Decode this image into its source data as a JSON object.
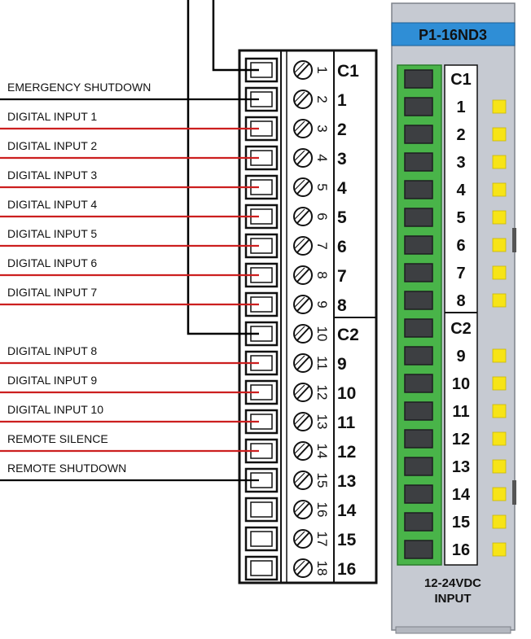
{
  "wiring": {
    "inputs": [
      {
        "label": "EMERGENCY SHUTDOWN",
        "pin": 2,
        "color": "#000000"
      },
      {
        "label": "DIGITAL INPUT 1",
        "pin": 3,
        "color": "#cc1f1f"
      },
      {
        "label": "DIGITAL INPUT 2",
        "pin": 4,
        "color": "#cc1f1f"
      },
      {
        "label": "DIGITAL INPUT 3",
        "pin": 5,
        "color": "#cc1f1f"
      },
      {
        "label": "DIGITAL INPUT 4",
        "pin": 6,
        "color": "#cc1f1f"
      },
      {
        "label": "DIGITAL INPUT 5",
        "pin": 7,
        "color": "#cc1f1f"
      },
      {
        "label": "DIGITAL INPUT 6",
        "pin": 8,
        "color": "#cc1f1f"
      },
      {
        "label": "DIGITAL INPUT 7",
        "pin": 9,
        "color": "#cc1f1f"
      },
      {
        "label": "DIGITAL INPUT 8",
        "pin": 11,
        "color": "#cc1f1f"
      },
      {
        "label": "DIGITAL INPUT 9",
        "pin": 12,
        "color": "#cc1f1f"
      },
      {
        "label": "DIGITAL INPUT 10",
        "pin": 13,
        "color": "#cc1f1f"
      },
      {
        "label": "REMOTE SILENCE",
        "pin": 14,
        "color": "#cc1f1f"
      },
      {
        "label": "REMOTE SHUTDOWN",
        "pin": 15,
        "color": "#000000"
      }
    ]
  },
  "terminal_block": {
    "pins": [
      "1",
      "2",
      "3",
      "4",
      "5",
      "6",
      "7",
      "8",
      "9",
      "10",
      "11",
      "12",
      "13",
      "14",
      "15",
      "16",
      "17",
      "18"
    ],
    "labels": [
      "C1",
      "1",
      "2",
      "3",
      "4",
      "5",
      "6",
      "7",
      "8",
      "C2",
      "9",
      "10",
      "11",
      "12",
      "13",
      "14",
      "15",
      "16"
    ]
  },
  "module": {
    "title": "P1-16ND3",
    "labels": [
      "C1",
      "1",
      "2",
      "3",
      "4",
      "5",
      "6",
      "7",
      "8",
      "C2",
      "9",
      "10",
      "11",
      "12",
      "13",
      "14",
      "15",
      "16"
    ],
    "led_on": [
      false,
      true,
      true,
      true,
      true,
      true,
      true,
      true,
      true,
      false,
      true,
      true,
      true,
      true,
      true,
      true,
      true,
      true
    ],
    "footer_line1": "12-24VDC",
    "footer_line2": "INPUT",
    "colors": {
      "title_bar": "#2f8ed6",
      "housing": "#c6cad2",
      "connector": "#49b449",
      "led": "#f7e417"
    }
  }
}
